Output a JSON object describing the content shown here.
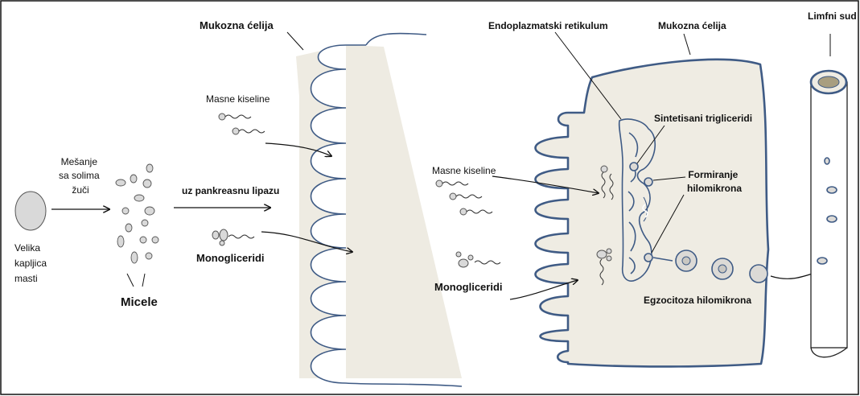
{
  "labels": {
    "large_droplet": [
      "Velika",
      "kapljica",
      "masti"
    ],
    "mixing_bile": [
      "Mešanje",
      "sa solima",
      "žuči"
    ],
    "micelles": "Micele",
    "pancreatic_lipase": "uz pankreasnu lipazu",
    "mucosal_cell_left": "Mukozna ćelija",
    "fatty_acids_left": "Masne kiseline",
    "monoglycerides_left": "Monogliceridi",
    "endoplasmic_reticulum": "Endoplazmatski retikulum",
    "mucosal_cell_right": "Mukozna ćelija",
    "lymph_vessel": "Limfni sud",
    "synthesized_triglycerides": "Sintetisani trigliceridi",
    "fatty_acids_right": "Masne kiseline",
    "chylomicron_formation": [
      "Formiranje",
      "hilomikrona"
    ],
    "monoglycerides_right": "Monogliceridi",
    "chylomicron_exocytosis": "Egzocitoza hilomikrona"
  },
  "colors": {
    "cell_fill": "#efece3",
    "membrane": "#3f5b85",
    "droplet_fill": "#d9d9d9",
    "vessel_inner": "#a89e80"
  }
}
